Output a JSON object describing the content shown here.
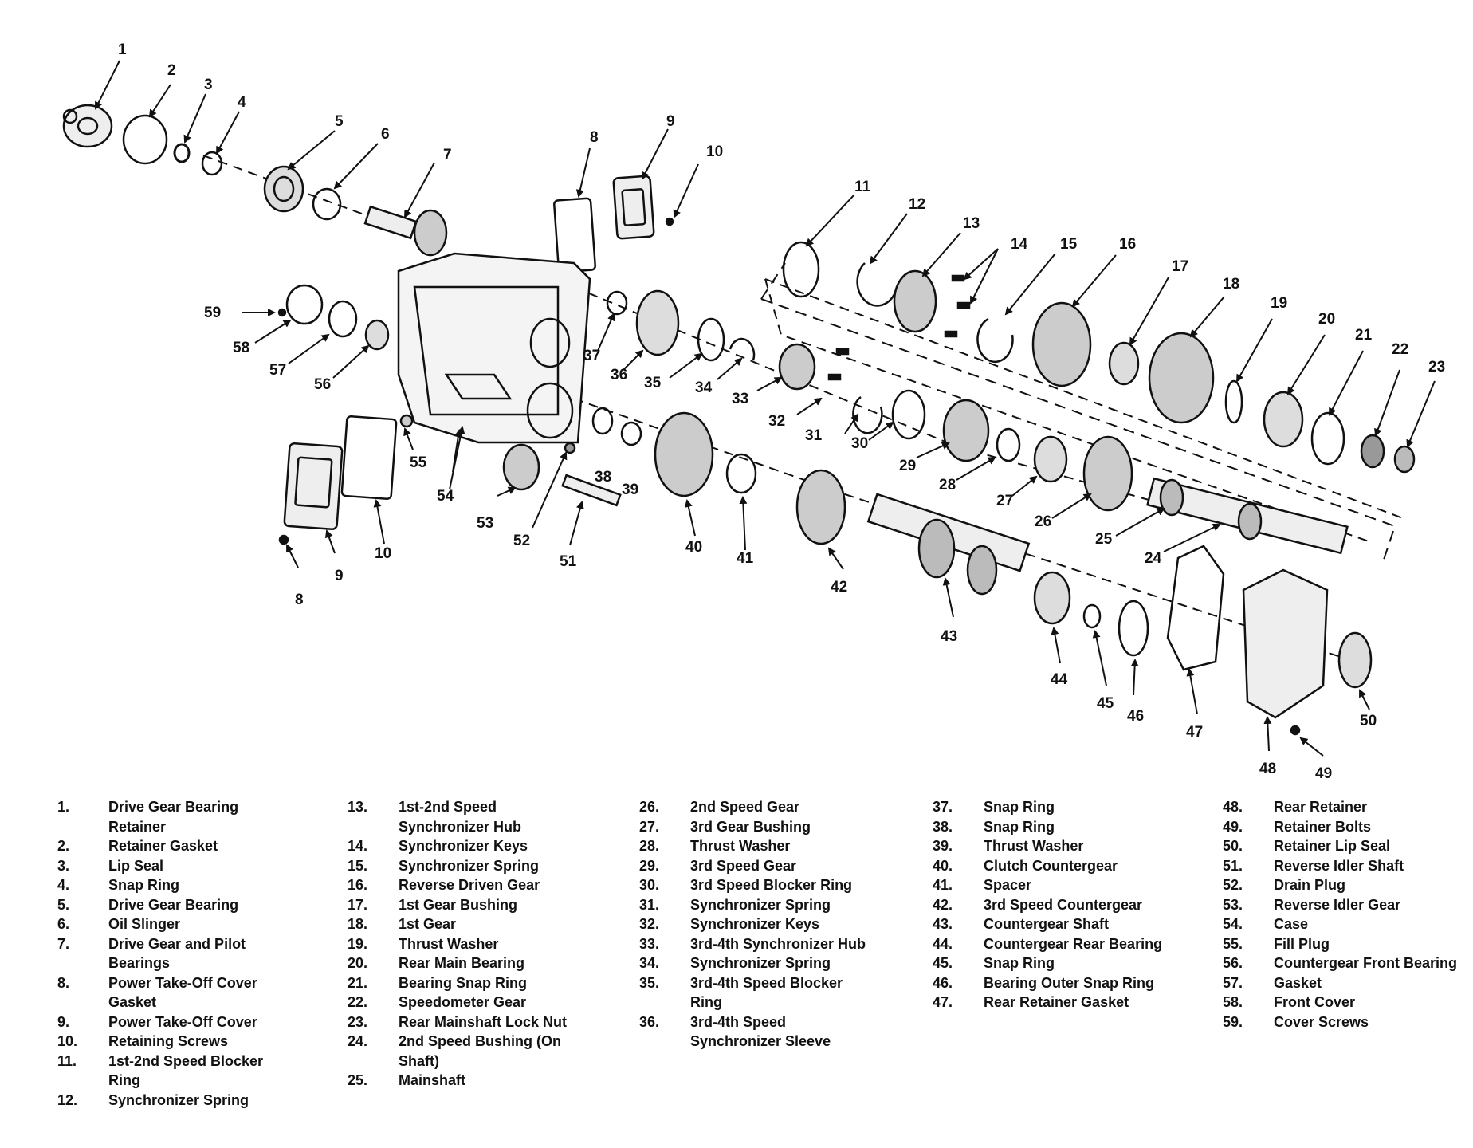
{
  "callouts": [
    "1",
    "2",
    "3",
    "4",
    "5",
    "6",
    "7",
    "8",
    "9",
    "10",
    "11",
    "12",
    "13",
    "14",
    "15",
    "16",
    "17",
    "18",
    "19",
    "20",
    "21",
    "22",
    "23",
    "24",
    "25",
    "26",
    "27",
    "28",
    "29",
    "30",
    "31",
    "32",
    "33",
    "34",
    "35",
    "36",
    "37",
    "38",
    "39",
    "40",
    "41",
    "42",
    "43",
    "44",
    "45",
    "46",
    "47",
    "48",
    "49",
    "50",
    "51",
    "52",
    "53",
    "54",
    "55",
    "56",
    "57",
    "58",
    "59",
    "8",
    "9",
    "10"
  ],
  "legend": {
    "columns": [
      [
        {
          "num": "1.",
          "label": "Drive Gear Bearing Retainer"
        },
        {
          "num": "2.",
          "label": "Retainer Gasket"
        },
        {
          "num": "3.",
          "label": "Lip Seal"
        },
        {
          "num": "4.",
          "label": "Snap Ring"
        },
        {
          "num": "5.",
          "label": "Drive Gear Bearing"
        },
        {
          "num": "6.",
          "label": "Oil Slinger"
        },
        {
          "num": "7.",
          "label": "Drive Gear and Pilot Bearings"
        },
        {
          "num": "8.",
          "label": "Power Take-Off Cover Gasket"
        },
        {
          "num": "9.",
          "label": "Power Take-Off Cover"
        },
        {
          "num": "10.",
          "label": "Retaining Screws"
        },
        {
          "num": "11.",
          "label": "1st-2nd Speed Blocker Ring"
        },
        {
          "num": "12.",
          "label": "Synchronizer Spring"
        }
      ],
      [
        {
          "num": "13.",
          "label": "1st-2nd Speed Synchronizer Hub"
        },
        {
          "num": "14.",
          "label": "Synchronizer Keys"
        },
        {
          "num": "15.",
          "label": "Synchronizer Spring"
        },
        {
          "num": "16.",
          "label": "Reverse Driven Gear"
        },
        {
          "num": "17.",
          "label": "1st Gear Bushing"
        },
        {
          "num": "18.",
          "label": "1st Gear"
        },
        {
          "num": "19.",
          "label": "Thrust Washer"
        },
        {
          "num": "20.",
          "label": "Rear Main Bearing"
        },
        {
          "num": "21.",
          "label": "Bearing Snap Ring"
        },
        {
          "num": "22.",
          "label": "Speedometer Gear"
        },
        {
          "num": "23.",
          "label": "Rear Mainshaft Lock Nut"
        },
        {
          "num": "24.",
          "label": "2nd Speed Bushing (On Shaft)"
        },
        {
          "num": "25.",
          "label": "Mainshaft"
        }
      ],
      [
        {
          "num": "26.",
          "label": "2nd Speed Gear"
        },
        {
          "num": "27.",
          "label": "3rd Gear Bushing"
        },
        {
          "num": "28.",
          "label": "Thrust Washer"
        },
        {
          "num": "29.",
          "label": "3rd Speed Gear"
        },
        {
          "num": "30.",
          "label": "3rd Speed Blocker Ring"
        },
        {
          "num": "31.",
          "label": "Synchronizer Spring"
        },
        {
          "num": "32.",
          "label": "Synchronizer Keys"
        },
        {
          "num": "33.",
          "label": "3rd-4th Synchronizer Hub"
        },
        {
          "num": "34.",
          "label": "Synchronizer Spring"
        },
        {
          "num": "35.",
          "label": "3rd-4th Speed Blocker Ring"
        },
        {
          "num": "36.",
          "label": "3rd-4th Speed Synchronizer Sleeve"
        }
      ],
      [
        {
          "num": "37.",
          "label": "Snap Ring"
        },
        {
          "num": "38.",
          "label": "Snap Ring"
        },
        {
          "num": "39.",
          "label": "Thrust Washer"
        },
        {
          "num": "40.",
          "label": "Clutch Countergear"
        },
        {
          "num": "41.",
          "label": "Spacer"
        },
        {
          "num": "42.",
          "label": "3rd Speed Countergear"
        },
        {
          "num": "43.",
          "label": "Countergear Shaft"
        },
        {
          "num": "44.",
          "label": "Countergear Rear Bearing"
        },
        {
          "num": "45.",
          "label": "Snap Ring"
        },
        {
          "num": "46.",
          "label": "Bearing Outer Snap Ring"
        },
        {
          "num": "47.",
          "label": "Rear Retainer Gasket"
        }
      ],
      [
        {
          "num": "48.",
          "label": "Rear Retainer"
        },
        {
          "num": "49.",
          "label": "Retainer Bolts"
        },
        {
          "num": "50.",
          "label": "Retainer Lip Seal"
        },
        {
          "num": "51.",
          "label": "Reverse Idler Shaft"
        },
        {
          "num": "52.",
          "label": "Drain Plug"
        },
        {
          "num": "53.",
          "label": "Reverse Idler Gear"
        },
        {
          "num": "54.",
          "label": "Case"
        },
        {
          "num": "55.",
          "label": "Fill Plug"
        },
        {
          "num": "56.",
          "label": "Countergear Front Bearing"
        },
        {
          "num": "57.",
          "label": "Gasket"
        },
        {
          "num": "58.",
          "label": "Front Cover"
        },
        {
          "num": "59.",
          "label": "Cover Screws"
        }
      ]
    ]
  }
}
